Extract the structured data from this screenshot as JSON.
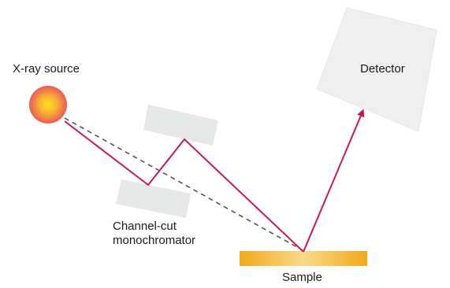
{
  "labels": {
    "source": "X-ray source",
    "detector": "Detector",
    "monochromator_line1": "Channel-cut",
    "monochromator_line2": "monochromator",
    "sample": "Sample"
  },
  "colors": {
    "beam": "#c8185a",
    "direct_path": "#555555",
    "crystal": "#e6e8e8",
    "detector_body": "#efefef",
    "sample_gold": "#f2a91c",
    "sample_light": "#f9d98a",
    "source_core": "#ffe21a",
    "source_edge": "#ea5a5a"
  }
}
